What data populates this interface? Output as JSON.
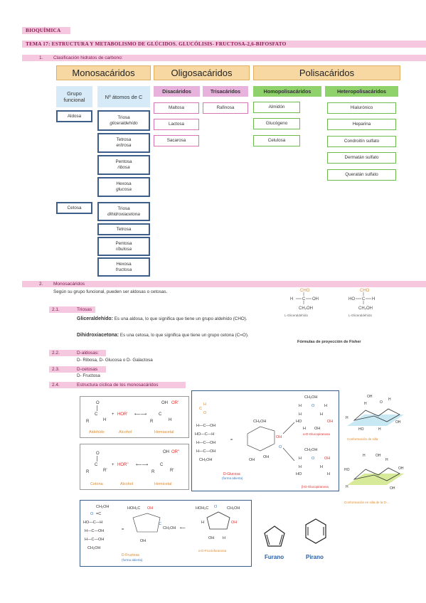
{
  "header": {
    "subject": "BIOQUÍMICA",
    "tema": "TEMA 17: ESTRUCTURA Y METABOLISMO DE GLÚCIDOS. GLUCÓLISIS- FRUCTOSA-2,6-BIFOSFATO"
  },
  "section1": {
    "number": "1.",
    "title": "Clasificación hidratos de carbono:",
    "categories": {
      "mono": "Monosacáridos",
      "oligo": "Oligosacáridos",
      "poli": "Polisacáridos"
    },
    "mono_sub": {
      "grupo": "Grupo funcional",
      "atomos": "Nº átomos de C"
    },
    "oligo_sub": {
      "di": "Disacáridos",
      "tri": "Trisacáridos"
    },
    "poli_sub": {
      "homo": "Homopolisacáridos",
      "hetero": "Heteropolisacáridos"
    },
    "aldosa": "Aldosa",
    "cetosa": "Cetosa",
    "aldosa_items": [
      {
        "name": "Triosa",
        "example": "gliceraldehído"
      },
      {
        "name": "Tetrosa",
        "example": "eritrosa"
      },
      {
        "name": "Pentosa",
        "example": "ribosa"
      },
      {
        "name": "Hexosa",
        "example": "glucosa"
      }
    ],
    "cetosa_items": [
      {
        "name": "Triosa",
        "example": "dihidroxiacetona"
      },
      {
        "name": "Tetrosa",
        "example": ""
      },
      {
        "name": "Pentosa",
        "example": "ribulosa"
      },
      {
        "name": "Hexosa",
        "example": "fructosa"
      }
    ],
    "disacaridos": [
      "Maltosa",
      "Lactosa",
      "Sacarosa"
    ],
    "trisacaridos": [
      "Rafinosa"
    ],
    "homopolisacaridos": [
      "Almidón",
      "Glucógeno",
      "Celulosa"
    ],
    "heteropolisacaridos": [
      "Hialurónico",
      "Heparina",
      "Condroitín sulfato",
      "Dermatán sulfato",
      "Queratán sulfato"
    ]
  },
  "section2": {
    "number": "2.",
    "title": "Monosacáridos",
    "intro": "Según su grupo funcional, pueden ser aldosas o cetosas.",
    "s21": {
      "num": "2.1.",
      "title": "Triosas",
      "glic_term": "Gliceraldehído:",
      "glic_text": "Es una aldosa, lo que significa que tiene un grupo aldehído (CHO).",
      "dhac_term": "Dihidroxiacetona:",
      "dhac_text": "Es una cetosa, lo que significa que tiene un grupo cetona (C=O)."
    },
    "s22": {
      "num": "2.2.",
      "title": "D-aldosas:",
      "text": "D- Ribosa, D- Glucosa o D- Galactosa"
    },
    "s23": {
      "num": "2.3.",
      "title": "D-cetosas",
      "text": "D- Fructosa"
    },
    "s24": {
      "num": "2.4.",
      "title": "Estructura cíclica de los monosacáridos"
    }
  },
  "figures": {
    "fisher_caption": "Fórmulas de proyección de Fisher",
    "fisher_left": "L-Gliceraldehído",
    "fisher_right": "L-Gliceraldehído",
    "aldehido": "Aldehído",
    "alcohol": "Alcohol",
    "hemiacetal": "Hemiacetal",
    "cetona": "Cetona",
    "alcohol2": "Alcohol",
    "hemicetal": "Hemicetal",
    "dglucosa": "D-Glucosa",
    "forma_abierta": "(forma abierta)",
    "alfa_gluco": "α-D-Glucopiranosa",
    "beta_gluco": "β-D-Glucopiranosa",
    "conf_silla": "Conformación de silla",
    "conf_silla2": "Conformación en silla de la D-...",
    "dfructosa": "D-Fructosa",
    "forma_abierta2": "(forma abierta)",
    "alfa_fructo": "α-D-Fructofuranosa",
    "furano": "Furano",
    "pirano": "Pirano"
  }
}
